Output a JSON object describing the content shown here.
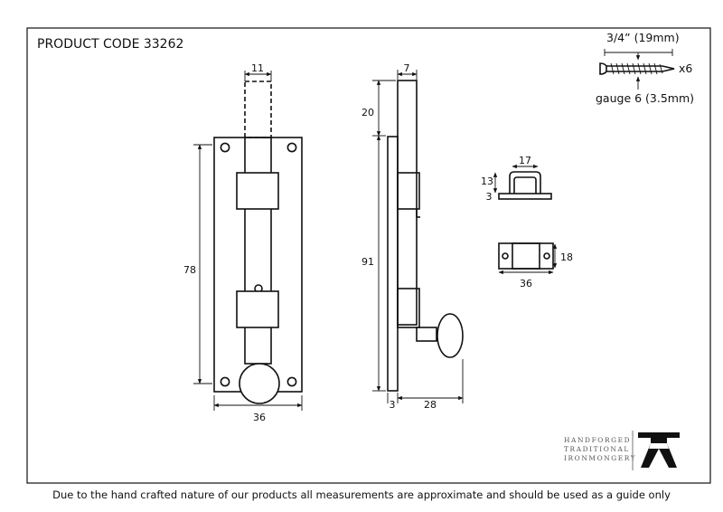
{
  "title": "PRODUCT CODE 33262",
  "disclaimer": "Due to the hand crafted nature of our products all measurements are approximate and should be used as a guide only",
  "front_view": {
    "bolt_width": "11",
    "height": "78",
    "width": "36"
  },
  "side_view": {
    "top_width": "7",
    "top_offset": "20",
    "height": "91",
    "plate": "3",
    "knob_projection": "28"
  },
  "keep_side": {
    "width": "17",
    "height": "13",
    "base": "3"
  },
  "keep_top": {
    "height": "18",
    "width": "36"
  },
  "screw": {
    "length": "3/4” (19mm)",
    "quantity": "x6",
    "gauge": "gauge 6 (3.5mm)"
  },
  "brand": {
    "line1": "HANDFORGED",
    "line2": "TRADITIONAL",
    "line3": "IRONMONGERY"
  }
}
